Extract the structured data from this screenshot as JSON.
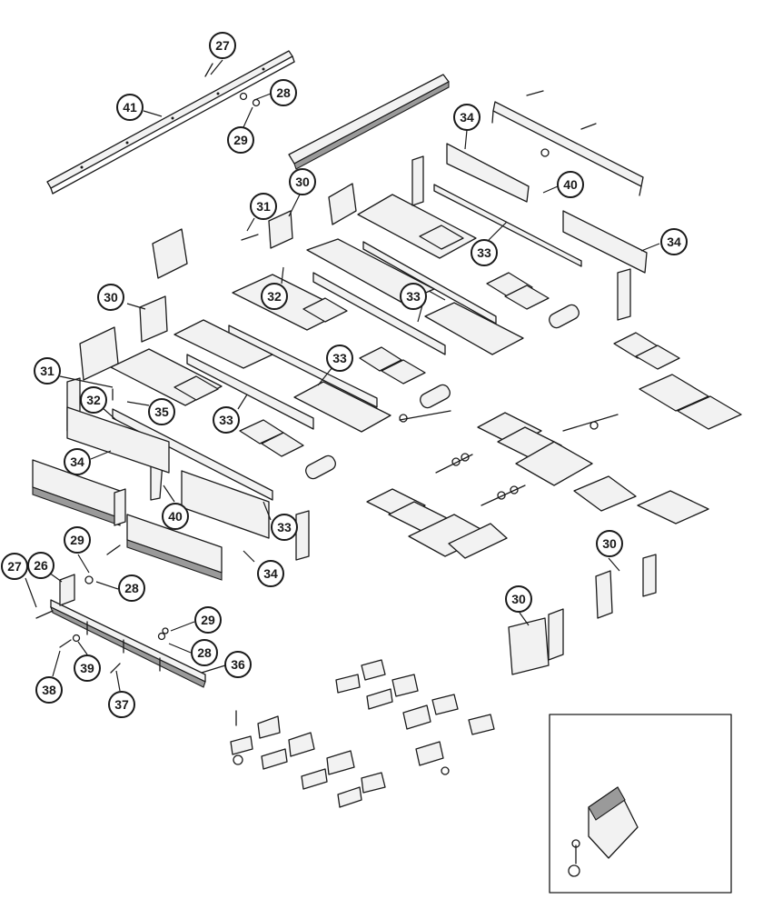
{
  "diagram": {
    "callouts": [
      {
        "label": "27"
      },
      {
        "label": "28"
      },
      {
        "label": "41"
      },
      {
        "label": "29"
      },
      {
        "label": "34"
      },
      {
        "label": "30"
      },
      {
        "label": "31"
      },
      {
        "label": "40"
      },
      {
        "label": "33"
      },
      {
        "label": "34"
      },
      {
        "label": "32"
      },
      {
        "label": "30"
      },
      {
        "label": "33"
      },
      {
        "label": "31"
      },
      {
        "label": "33"
      },
      {
        "label": "32"
      },
      {
        "label": "35"
      },
      {
        "label": "33"
      },
      {
        "label": "34"
      },
      {
        "label": "40"
      },
      {
        "label": "33"
      },
      {
        "label": "29"
      },
      {
        "label": "27"
      },
      {
        "label": "26"
      },
      {
        "label": "28"
      },
      {
        "label": "34"
      },
      {
        "label": "30"
      },
      {
        "label": "30"
      },
      {
        "label": "29"
      },
      {
        "label": "28"
      },
      {
        "label": "36"
      },
      {
        "label": "38"
      },
      {
        "label": "39"
      },
      {
        "label": "37"
      }
    ]
  }
}
